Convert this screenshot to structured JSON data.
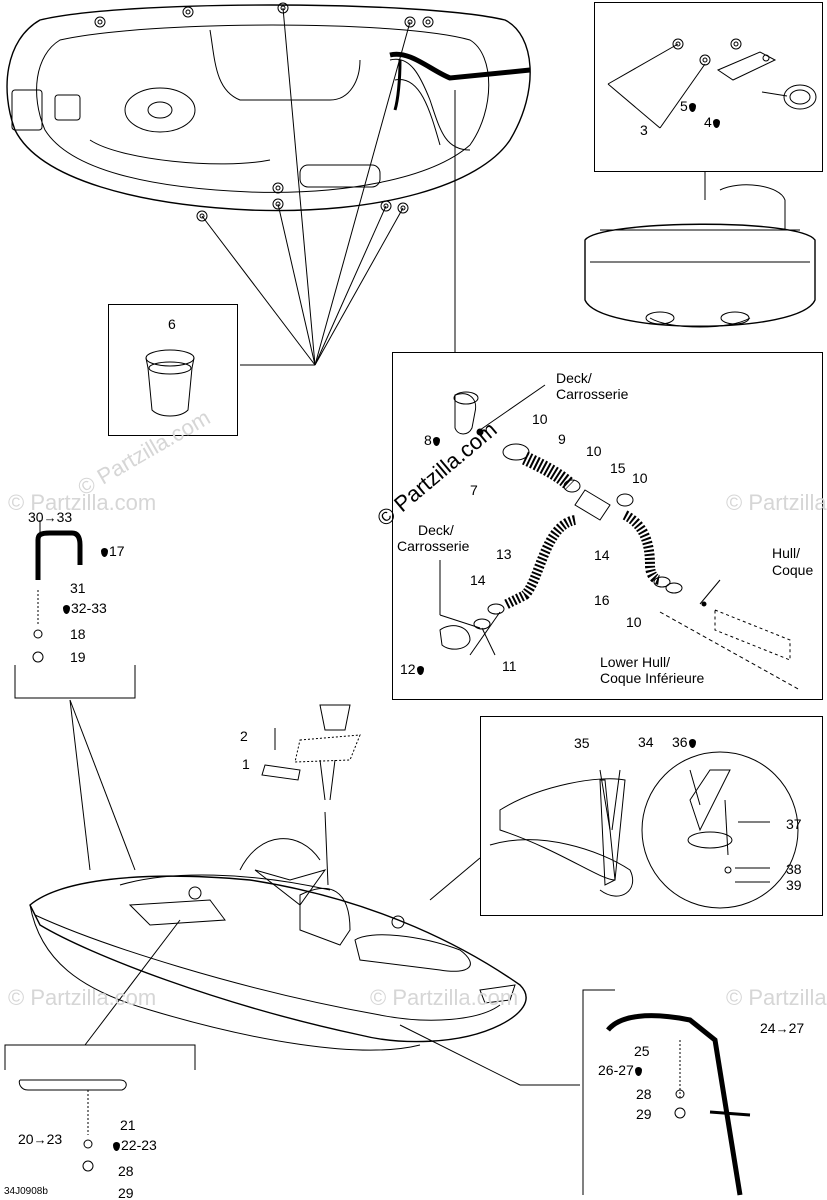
{
  "watermark": {
    "main": "© Partzilla.com",
    "corner": "© Partzilla.com"
  },
  "drawing_code": "34J0908b",
  "callouts": {
    "c3": "3",
    "c4": "4",
    "c5": "5",
    "c6": "6",
    "c7": "7",
    "c8": "8",
    "c9": "9",
    "c10a": "10",
    "c10b": "10",
    "c10c": "10",
    "c10d": "10",
    "c11": "11",
    "c12": "12",
    "c13": "13",
    "c14a": "14",
    "c14b": "14",
    "c15": "15",
    "c16": "16",
    "c17": "17",
    "c18": "18",
    "c19": "19",
    "c1": "1",
    "c2": "2",
    "c21": "21",
    "c22": "22-23",
    "c20_from": "20",
    "c20_to": "23",
    "c28a": "28",
    "c29a": "29",
    "c24_from": "24",
    "c24_to": "27",
    "c25": "25",
    "c26": "26-27",
    "c28b": "28",
    "c29b": "29",
    "c30_from": "30",
    "c30_to": "33",
    "c31": "31",
    "c32": "32-33",
    "c34": "34",
    "c35": "35",
    "c36": "36",
    "c37": "37",
    "c38": "38",
    "c39": "39"
  },
  "labels": {
    "deck_top": "Deck/",
    "carrosserie_top": "Carrosserie",
    "deck_left": "Deck/",
    "carrosserie_left": "Carrosserie",
    "hull": "Hull/",
    "coque": "Coque",
    "lower_hull": "Lower Hull/",
    "coque_inferieure": "Coque Inférieure"
  },
  "icons": {
    "sealant": "drop-icon",
    "range_arrow": "→"
  }
}
